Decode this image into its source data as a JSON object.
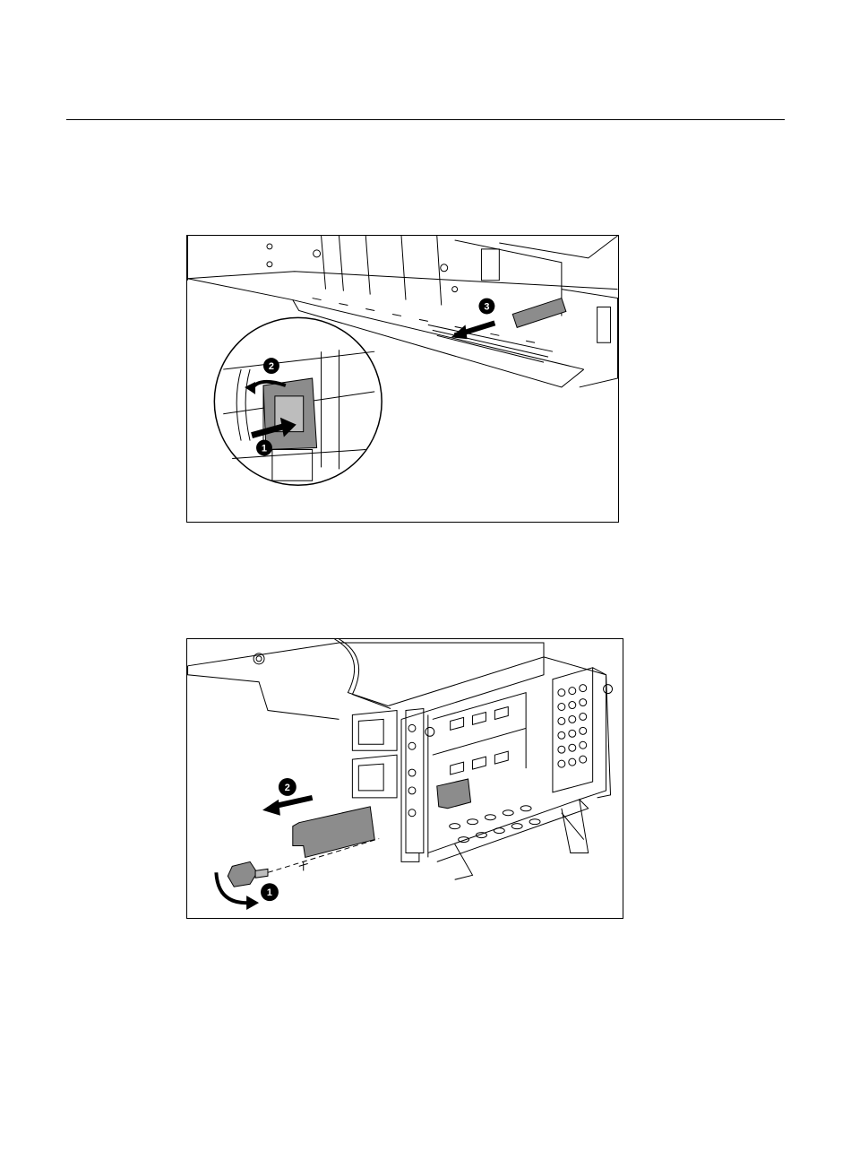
{
  "figures": [
    {
      "id": "fig1",
      "callouts": [
        "1",
        "2",
        "3"
      ]
    },
    {
      "id": "fig2",
      "callouts": [
        "1",
        "2"
      ]
    }
  ],
  "link": {
    "text": " "
  },
  "colors": {
    "line": "#000000",
    "fill_grey": "#8c8c8c",
    "callout_bg": "#000000"
  }
}
